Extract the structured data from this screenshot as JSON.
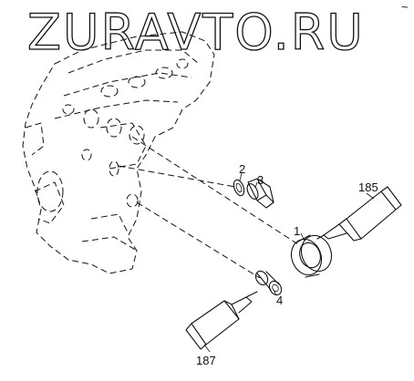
{
  "watermark": "ZURAVTO.RU",
  "corner_mark": "~",
  "callouts": {
    "part_1": "1",
    "part_2": "2",
    "part_3": "3",
    "part_4": "4",
    "tool_185": "185",
    "tool_187": "187"
  }
}
